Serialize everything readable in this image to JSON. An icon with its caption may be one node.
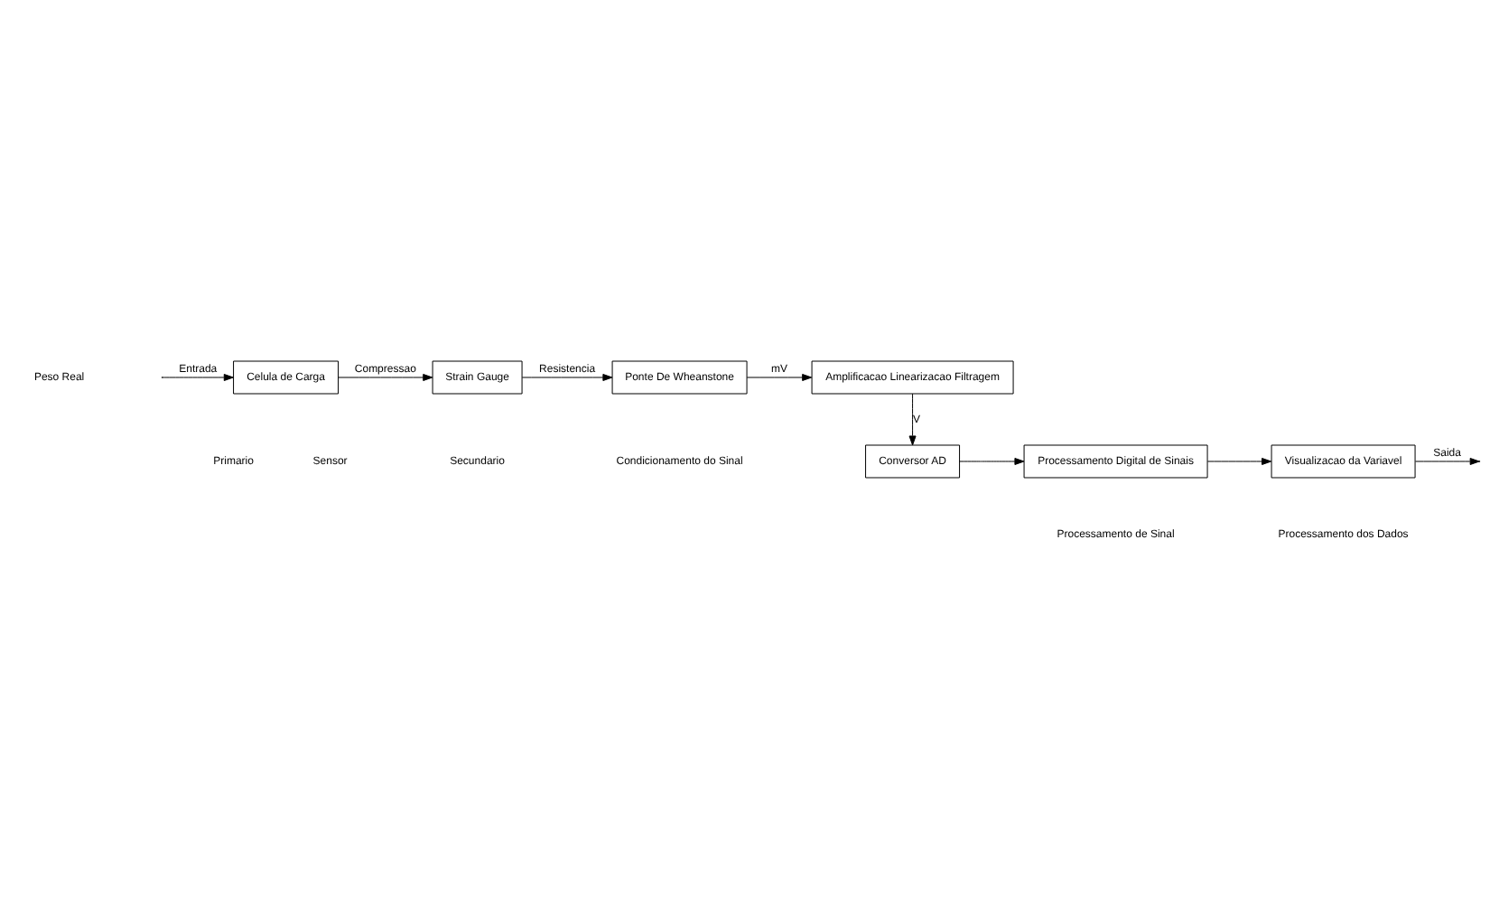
{
  "diagram": {
    "nodes": [
      {
        "text": [
          "Celula de Carga"
        ]
      },
      {
        "text": [
          "Strain Gauge"
        ]
      },
      {
        "text": [
          "Ponte De Wheanstone"
        ]
      },
      {
        "text": [
          "Amplificacao Linearizacao Filtragem"
        ]
      },
      {
        "text": [
          "Conversor AD"
        ]
      },
      {
        "text": [
          "Processamento Digital de Sinais"
        ]
      },
      {
        "text": [
          "Visualizacao da Variavel"
        ]
      }
    ],
    "edges": [
      {
        "from": null,
        "to": 0,
        "arrow": "to",
        "label": "Entrada"
      },
      {
        "from": 0,
        "to": 1,
        "arrow": "to",
        "label": "Compressao"
      },
      {
        "from": 1,
        "to": 2,
        "arrow": "to",
        "label": "Resistencia"
      },
      {
        "from": 2,
        "to": 3,
        "arrow": "to",
        "label": "mV"
      },
      {
        "from": 3,
        "to": 4,
        "arrow": "to",
        "label": "V"
      },
      {
        "from": 4,
        "to": 5,
        "arrow": "to"
      },
      {
        "from": 5,
        "to": 6,
        "arrow": "to"
      },
      {
        "from": 6,
        "to": null,
        "arrow": "to",
        "label": "Saida"
      }
    ],
    "labels": [
      "Peso Real",
      "Primario",
      "Secundario",
      "Sensor",
      "Condicionamento do Sinal",
      "Processamento dos Dados",
      "Processamento de Sinal"
    ]
  }
}
